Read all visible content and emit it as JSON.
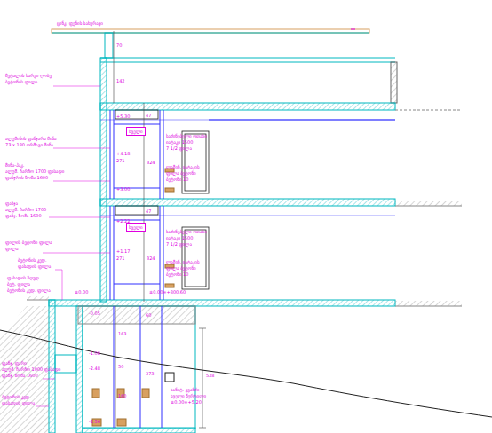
{
  "diagram": {
    "nodes": [
      {
        "text": [
          "სველი"
        ]
      },
      {
        "text": [
          "სველი"
        ]
      }
    ],
    "labels": [
      "ცინკ. ფენის სახურავი",
      "მეტალის სარკი ღობე",
      "ბეტონის ფილა",
      "ალუმინის ფანჯარა მინა",
      "73 x 180 ორმაგი მინა",
      "მინა-პაკ.",
      "ალუმ. ჩარჩო 1700 ფასადი",
      "ფანჯრის ზომა 1600",
      "ფანჯა",
      "ალუმ. ჩარჩო 1700",
      "ფანჯ. ზომა 1600",
      "ფილის ბეტონი ფილა",
      "ფილა",
      "ბეტონის კედ.",
      "ფასადის ფილა",
      "ფასადის ზღუდ.",
      "ბეტ. ფილა",
      "ბეტონის კედ. ფილა",
      "ფანჯ. ფარი",
      "ალუმ. ჩარჩო 1000 ფასადი",
      "ფანჯ. ზომა 1600",
      "ბეტონის კედ.",
      "ფასადის ფილა",
      "საძინებელი ოთახი",
      "იატაკი 1500",
      "7 1/2 ფილა",
      "ლამინ. იატაკის",
      "ფილა ბეტონი",
      "ბეტონი 10",
      "საძინებელი ოთახი",
      "იატაკი 1500",
      "7 1/2 ფილა",
      "ლამინ. იატაკის",
      "ფილა ბეტონი",
      "ბეტონი 10",
      "±0.00=+800.60",
      "სანიტ. კვანძი",
      "სველი წერტილი",
      "±0.00=+5.20",
      "+5.30",
      "+4.18",
      "+3.00",
      "+2.22",
      "+1.17",
      "±0.00",
      "-0.05",
      "-1.08",
      "-2.48",
      "-2.56",
      "70",
      "142",
      "47",
      "271",
      "324",
      "47",
      "271",
      "324",
      "60",
      "163",
      "50",
      "160",
      "373",
      "528"
    ]
  }
}
